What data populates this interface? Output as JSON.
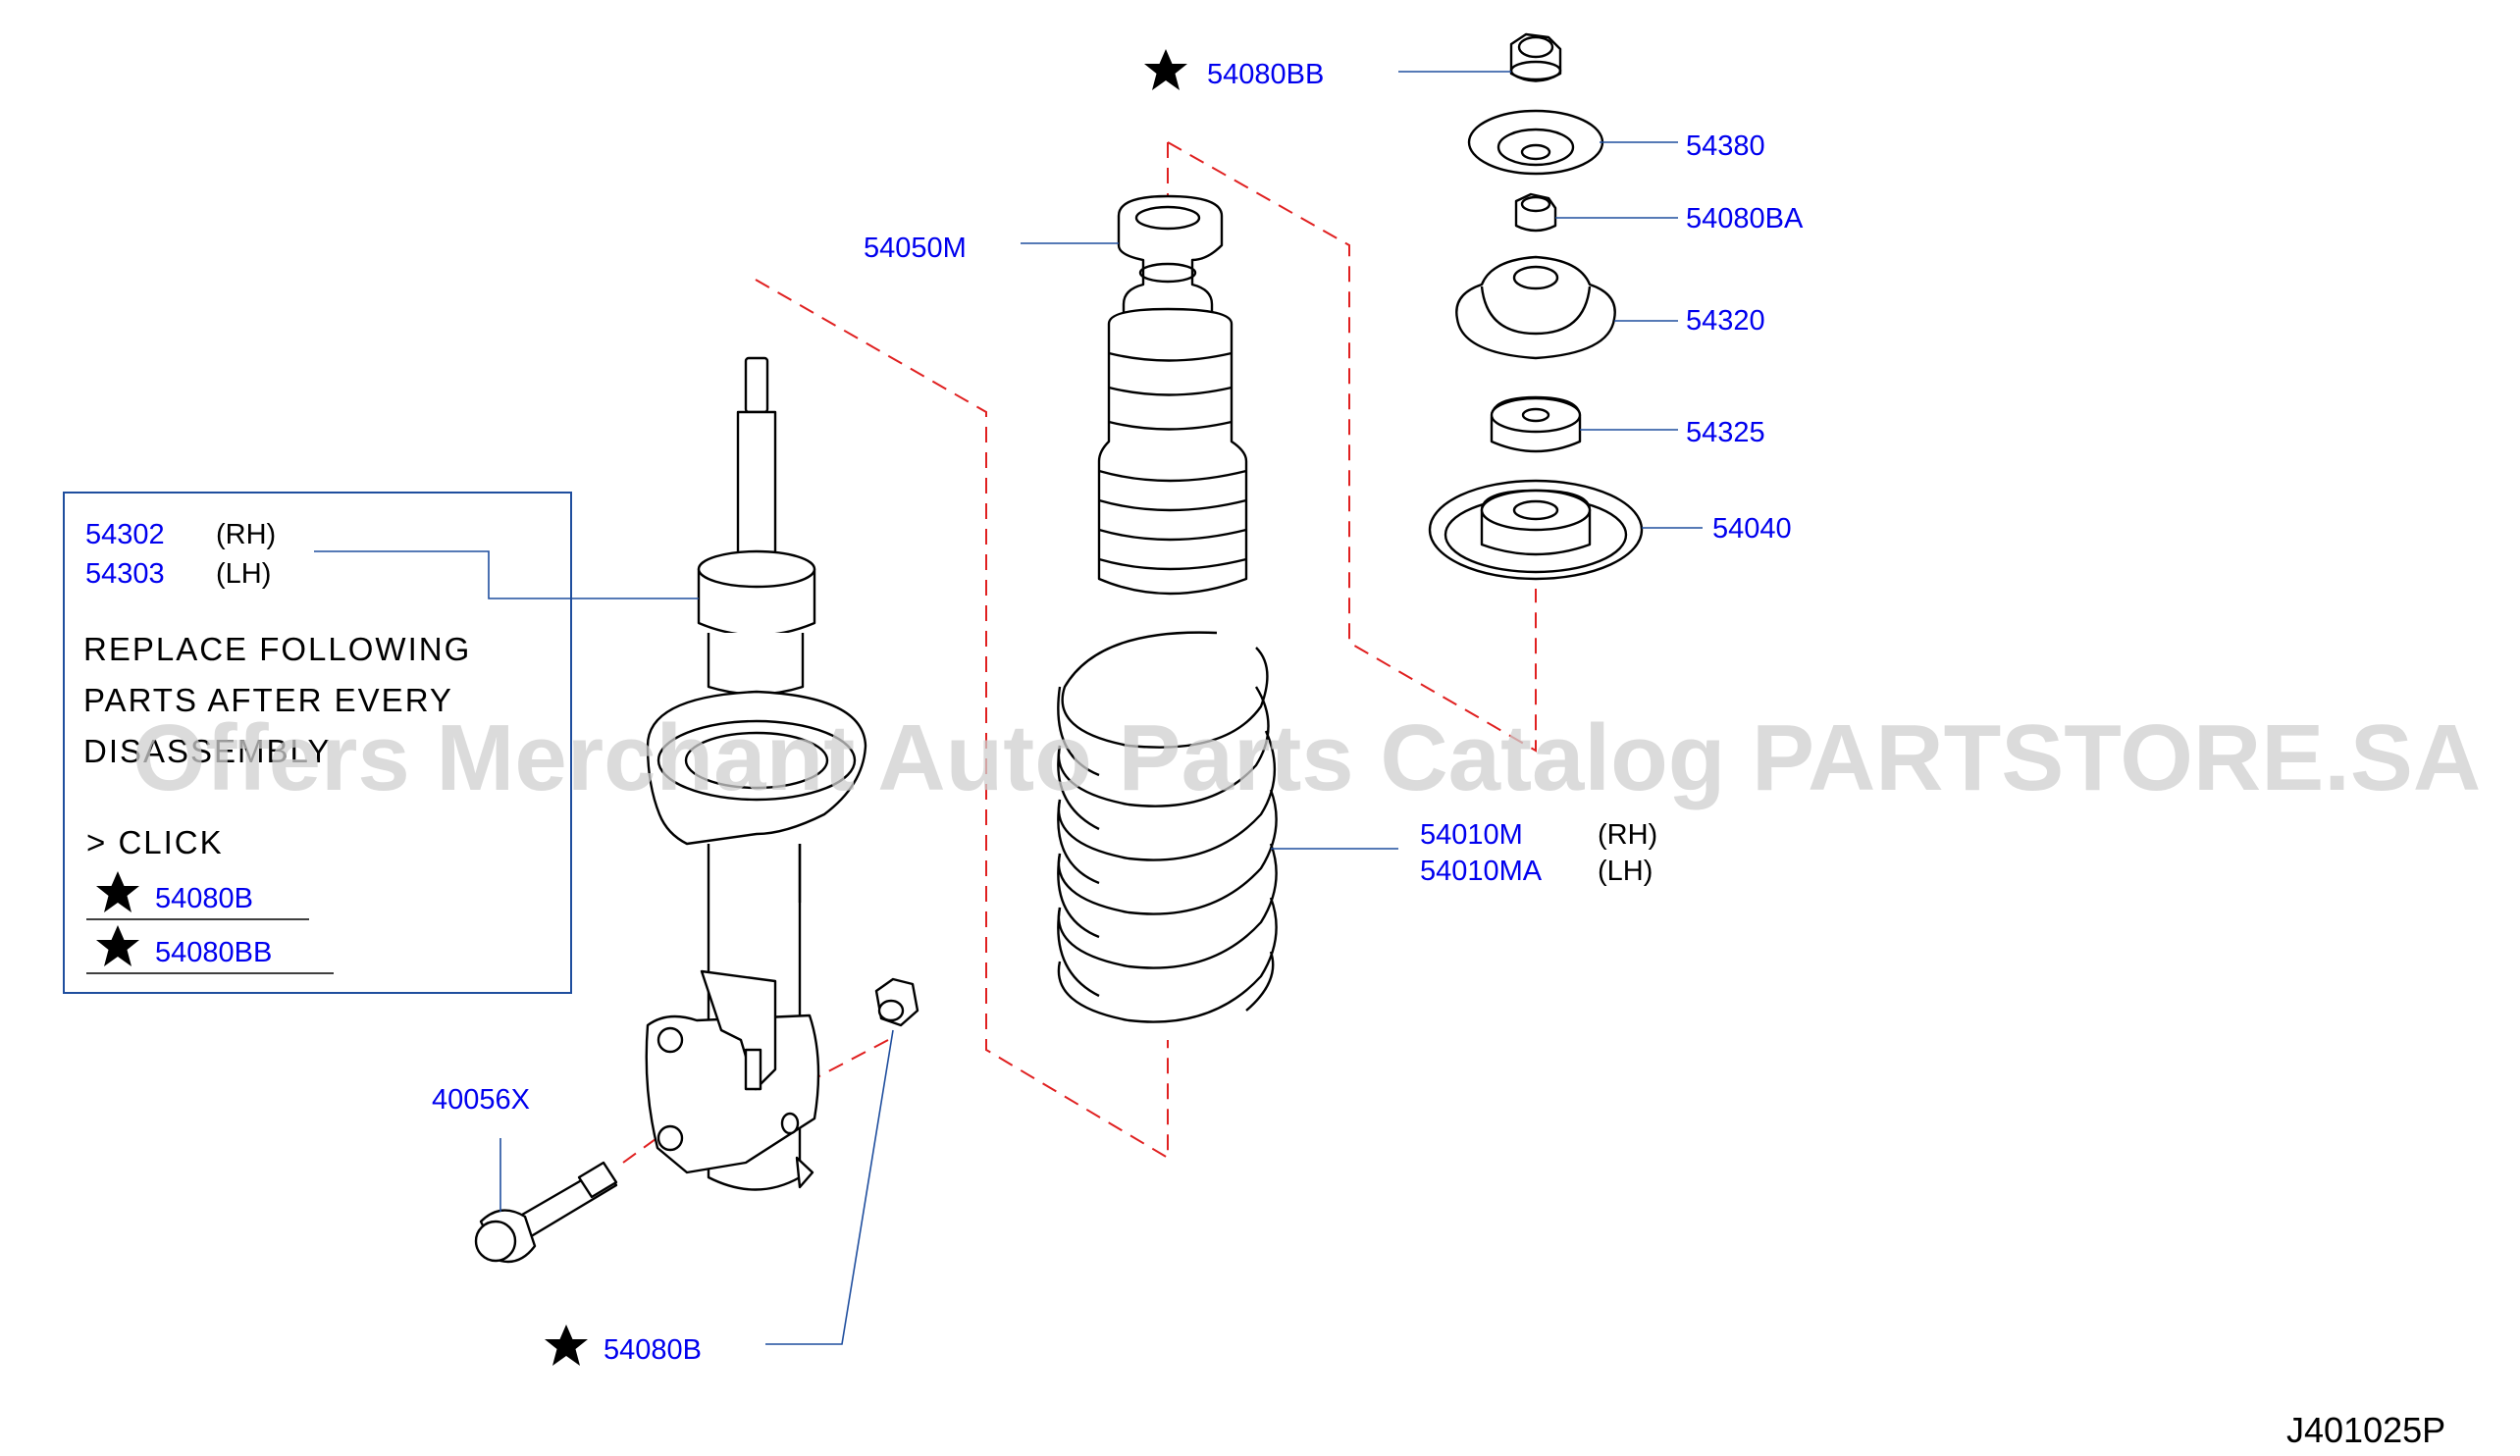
{
  "diagram": {
    "code": "J401025P",
    "watermark": "Offers Merchant Auto Parts Catalog PARTSTORE.SA"
  },
  "callouts": {
    "nut_top": "54080BB",
    "washer_top": "54380",
    "bound_bumper": "54050M",
    "nut_mid": "54080BA",
    "insulator": "54320",
    "bushing": "54325",
    "mount_seat": "54040",
    "spring_rh": "54010M",
    "spring_rh_side": "(RH)",
    "spring_lh": "54010MA",
    "spring_lh_side": "(LH)",
    "bolt": "40056X",
    "nut_bottom": "54080B"
  },
  "notebox": {
    "strut_rh": "54302",
    "strut_rh_side": "(RH)",
    "strut_lh": "54303",
    "strut_lh_side": "(LH)",
    "line1": "REPLACE  FOLLOWING",
    "line2": "PARTS  AFTER  EVERY",
    "line3": "DISASSEMBLY",
    "click": ">  CLICK",
    "link1": "54080B",
    "link2": "54080BB"
  },
  "colors": {
    "part_number": "#0000ee",
    "leader": "#1f4e9e",
    "center_line": "#e02020"
  },
  "icons": [
    "star-icon"
  ]
}
